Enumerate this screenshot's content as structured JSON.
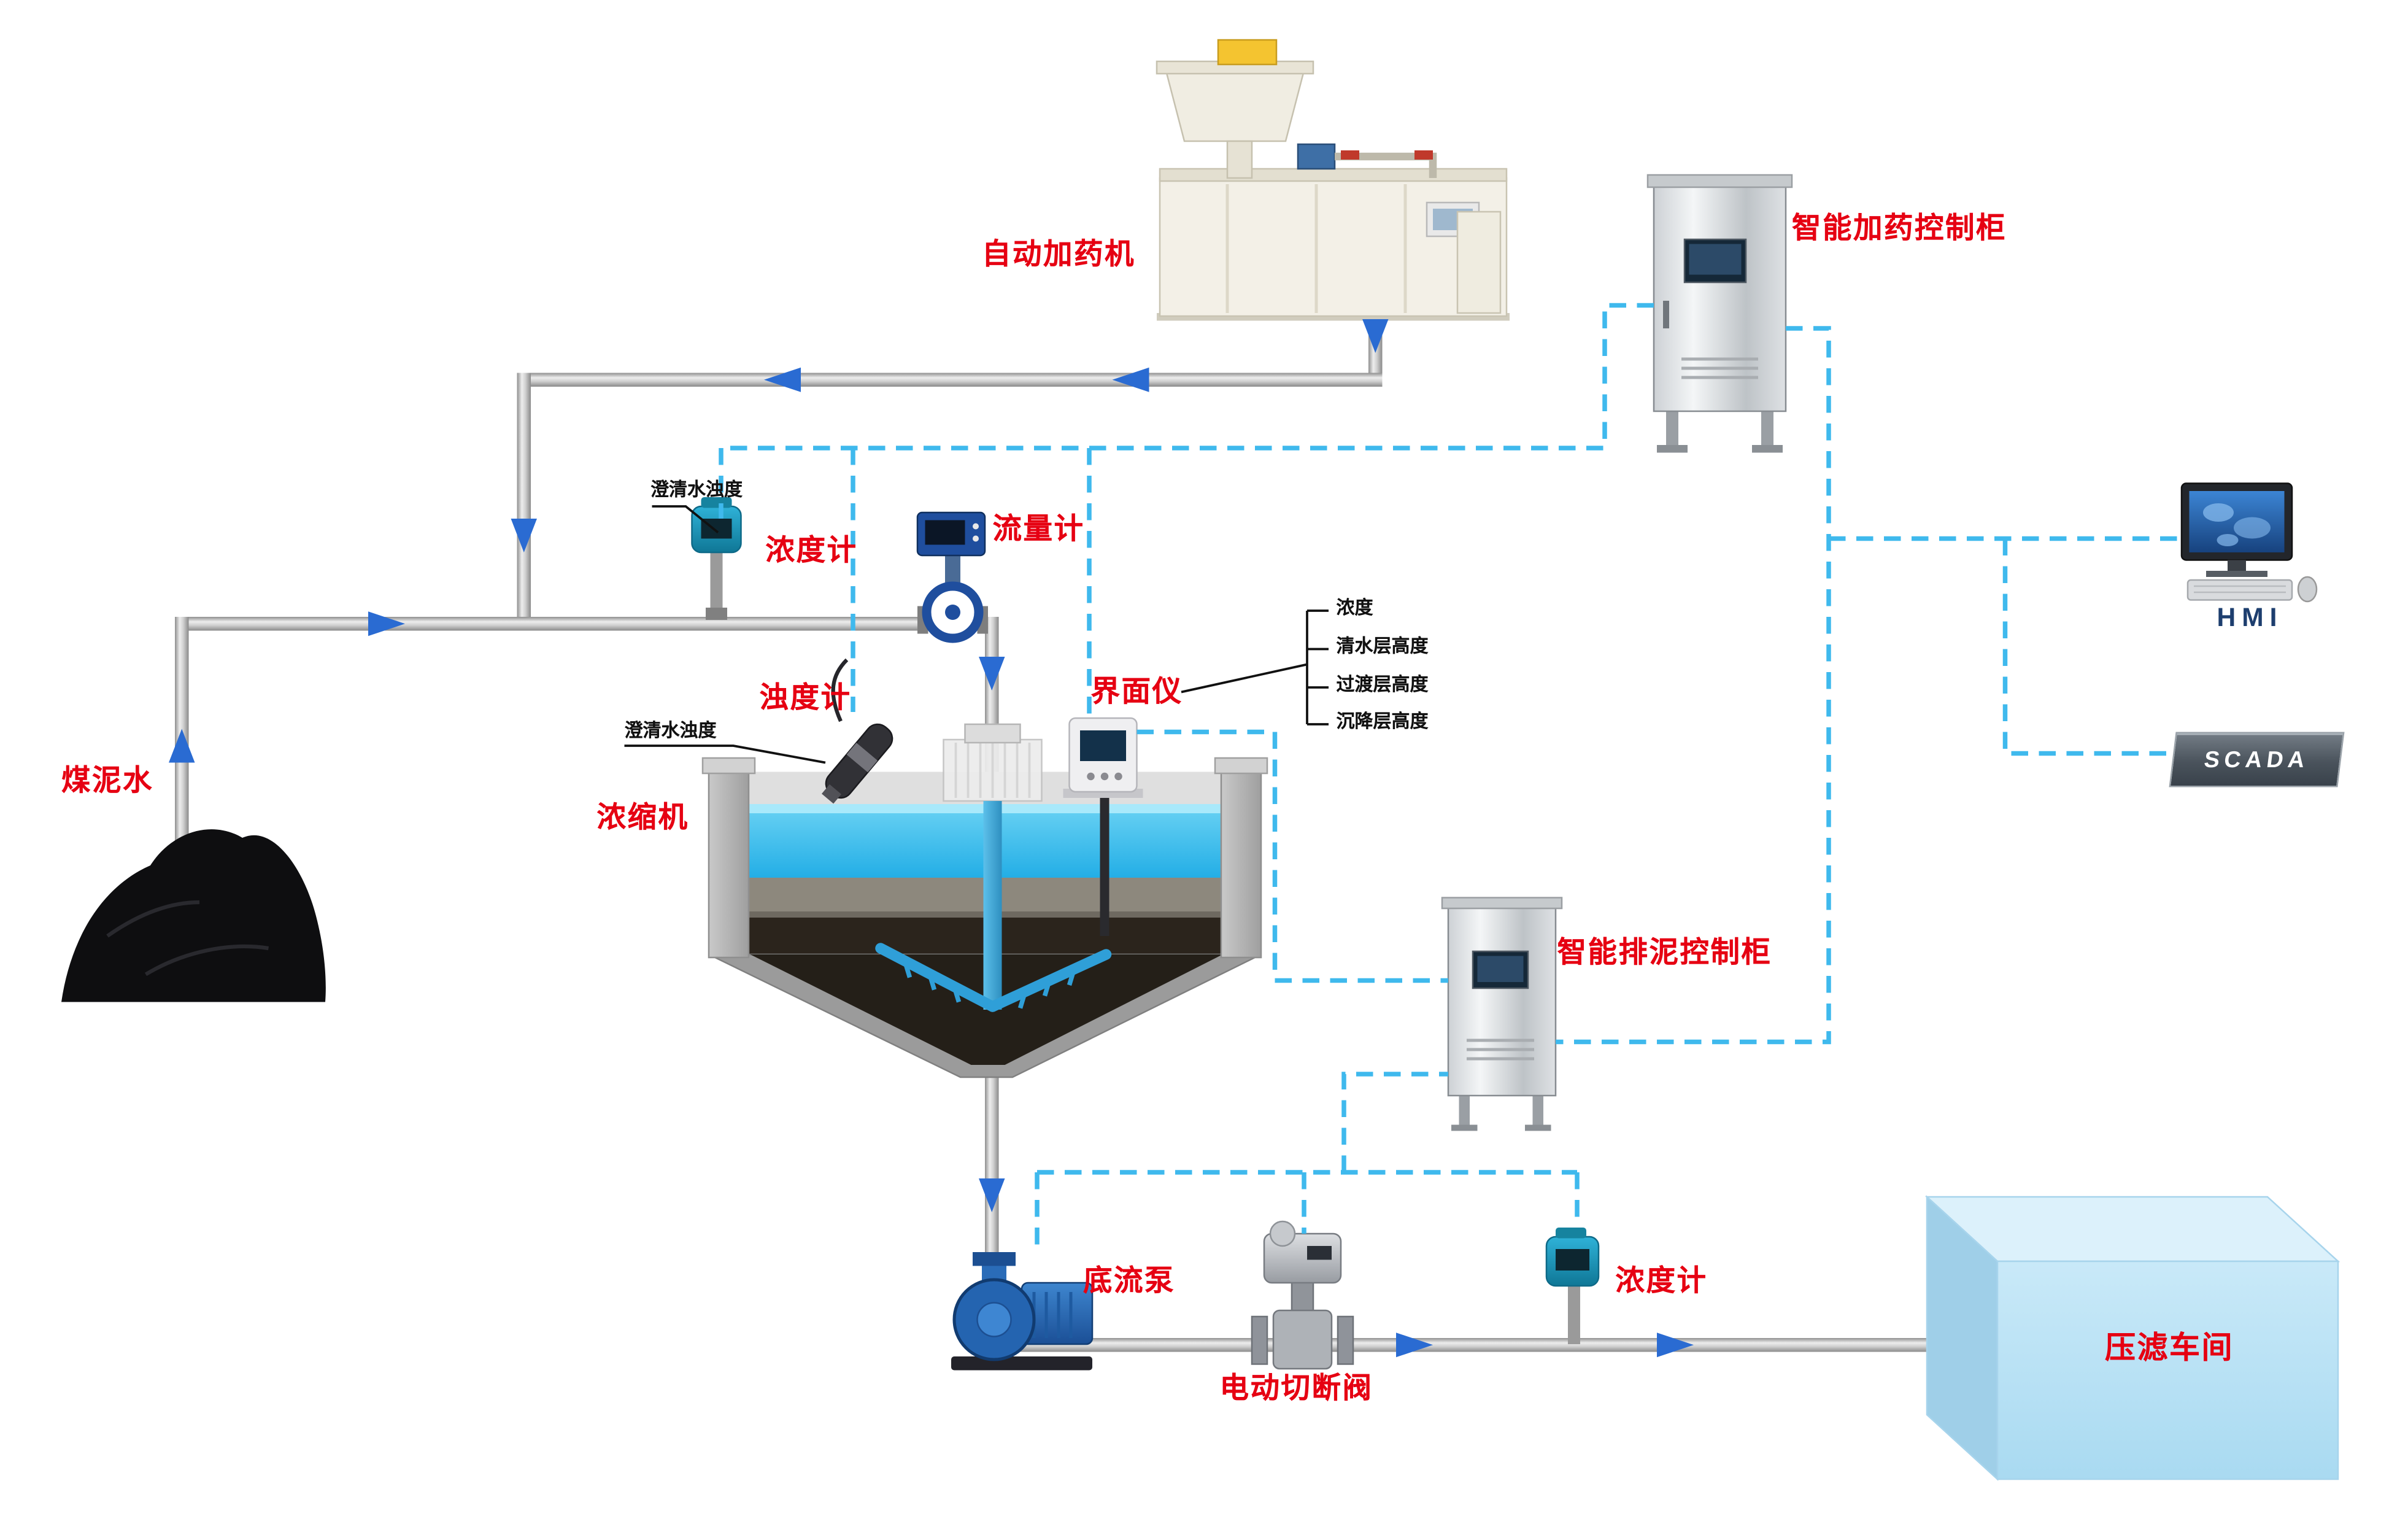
{
  "colors": {
    "label_red": "#E60012",
    "hmi_navy": "#1D3E6E",
    "signal_line_blue": "#3FB9ED",
    "flow_arrow_blue": "#2A6BD2",
    "pipe_gray": "#C9C9C9",
    "water_cyan": "#3BBCEA"
  },
  "equipment": {
    "dosing_machine": {
      "label": "自动加药机"
    },
    "dosing_control_cabinet": {
      "label": "智能加药控制柜"
    },
    "hmi": {
      "label": "HMI"
    },
    "scada": {
      "label": "SCADA"
    },
    "coal_slurry_water": {
      "label": "煤泥水"
    },
    "density_meter_top": {
      "label": "浓度计",
      "measurement_note": "澄清水浊度"
    },
    "flow_meter": {
      "label": "流量计"
    },
    "turbidity_meter": {
      "label": "浊度计",
      "measurement_note": "澄清水浊度"
    },
    "interface_meter": {
      "label": "界面仪",
      "outputs": [
        "浓度",
        "清水层高度",
        "过渡层高度",
        "沉降层高度"
      ]
    },
    "thickener": {
      "label": "浓缩机"
    },
    "sludge_control_cabinet": {
      "label": "智能排泥控制柜"
    },
    "underflow_pump": {
      "label": "底流泵"
    },
    "electric_shutoff_valve": {
      "label": "电动切断阀"
    },
    "density_meter_bottom": {
      "label": "浓度计"
    },
    "filter_press_workshop": {
      "label": "压滤车间"
    }
  }
}
